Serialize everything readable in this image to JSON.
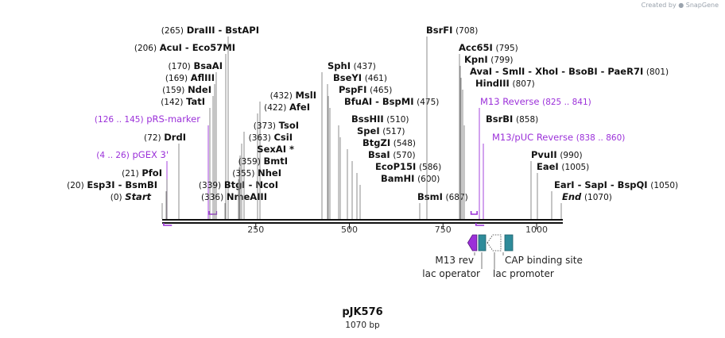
{
  "credit": {
    "prefix": "Created by",
    "brand": "SnapGene"
  },
  "plasmid": {
    "name": "pJK576",
    "length_label": "1070 bp",
    "length": 1070
  },
  "colors": {
    "enzyme_text": "#111111",
    "feature_text": "#9b30d9",
    "line": "#7f7f7f",
    "primer": "#9b30d9",
    "box": "#2e8b9a",
    "arrow_m13": "#9b30d9"
  },
  "ruler": {
    "ticks": [
      {
        "bp": 250,
        "label": "250"
      },
      {
        "bp": 500,
        "label": "500"
      },
      {
        "bp": 750,
        "label": "750"
      },
      {
        "bp": 1000,
        "label": "1000"
      }
    ]
  },
  "labels": [
    {
      "side": "left",
      "bp": 265,
      "pos": "(265)",
      "text": "DraIII  - BstAPI",
      "kind": "enzyme"
    },
    {
      "side": "left",
      "bp": 206,
      "pos": "(206)",
      "text": "AcuI  - Eco57MI",
      "kind": "enzyme"
    },
    {
      "side": "left",
      "bp": 170,
      "pos": "(170)",
      "text": "BsaAI",
      "kind": "enzyme"
    },
    {
      "side": "left",
      "bp": 169,
      "pos": "(169)",
      "text": "AflIII",
      "kind": "enzyme"
    },
    {
      "side": "left",
      "bp": 159,
      "pos": "(159)",
      "text": "NdeI",
      "kind": "enzyme"
    },
    {
      "side": "left",
      "bp": 142,
      "pos": "(142)",
      "text": "TatI",
      "kind": "enzyme"
    },
    {
      "side": "left",
      "bp": 135,
      "pos": "(126 .. 145)",
      "text": "pRS-marker",
      "kind": "feature"
    },
    {
      "side": "left",
      "bp": 72,
      "pos": "(72)",
      "text": "DrdI",
      "kind": "enzyme"
    },
    {
      "side": "left",
      "bp": 15,
      "pos": "(4 .. 26)",
      "text": "pGEX 3'",
      "kind": "feature"
    },
    {
      "side": "left",
      "bp": 21,
      "pos": "(21)",
      "text": "PfoI",
      "kind": "enzyme"
    },
    {
      "side": "left",
      "bp": 20,
      "pos": "(20)",
      "text": "Esp3I  - BsmBI",
      "kind": "enzyme"
    },
    {
      "side": "left",
      "bp": 0,
      "pos": "(0)",
      "text": "Start",
      "kind": "italic"
    },
    {
      "side": "left",
      "bp": 339,
      "pos": "(339)",
      "text": "BtgI  - NcoI",
      "kind": "enzyme"
    },
    {
      "side": "left",
      "bp": 336,
      "pos": "(336)",
      "text": "NmeAIII",
      "kind": "enzyme"
    },
    {
      "side": "left",
      "bp": 432,
      "pos": "(432)",
      "text": "MslI",
      "kind": "enzyme"
    },
    {
      "side": "left",
      "bp": 422,
      "pos": "(422)",
      "text": "AfeI",
      "kind": "enzyme"
    },
    {
      "side": "left",
      "bp": 373,
      "pos": "(373)",
      "text": "TsoI",
      "kind": "enzyme"
    },
    {
      "side": "left",
      "bp": 363,
      "pos": "(363)",
      "text": "CsiI",
      "kind": "enzyme"
    },
    {
      "side": "left",
      "bp": 360,
      "pos": "",
      "text": "SexAI *",
      "kind": "enzyme"
    },
    {
      "side": "left",
      "bp": 359,
      "pos": "(359)",
      "text": "BmtI",
      "kind": "enzyme"
    },
    {
      "side": "left",
      "bp": 355,
      "pos": "(355)",
      "text": "NheI",
      "kind": "enzyme"
    },
    {
      "side": "right",
      "bp": 437,
      "pos": "(437)",
      "text": "SphI",
      "kind": "enzyme"
    },
    {
      "side": "right",
      "bp": 461,
      "pos": "(461)",
      "text": "BseYI",
      "kind": "enzyme"
    },
    {
      "side": "right",
      "bp": 465,
      "pos": "(465)",
      "text": "PspFI",
      "kind": "enzyme"
    },
    {
      "side": "right",
      "bp": 475,
      "pos": "(475)",
      "text": "BfuAI  - BspMI",
      "kind": "enzyme"
    },
    {
      "side": "right",
      "bp": 510,
      "pos": "(510)",
      "text": "BssHII",
      "kind": "enzyme"
    },
    {
      "side": "right",
      "bp": 517,
      "pos": "(517)",
      "text": "SpeI",
      "kind": "enzyme"
    },
    {
      "side": "right",
      "bp": 548,
      "pos": "(548)",
      "text": "BtgZI",
      "kind": "enzyme"
    },
    {
      "side": "right",
      "bp": 570,
      "pos": "(570)",
      "text": "BsaI",
      "kind": "enzyme"
    },
    {
      "side": "right",
      "bp": 586,
      "pos": "(586)",
      "text": "EcoP15I",
      "kind": "enzyme"
    },
    {
      "side": "right",
      "bp": 600,
      "pos": "(600)",
      "text": "BamHI",
      "kind": "enzyme"
    },
    {
      "side": "right",
      "bp": 687,
      "pos": "(687)",
      "text": "BsmI",
      "kind": "enzyme"
    },
    {
      "side": "right",
      "bp": 708,
      "pos": "(708)",
      "text": "BsrFI",
      "kind": "enzyme"
    },
    {
      "side": "right",
      "bp": 795,
      "pos": "(795)",
      "text": "Acc65I",
      "kind": "enzyme"
    },
    {
      "side": "right",
      "bp": 799,
      "pos": "(799)",
      "text": "KpnI",
      "kind": "enzyme"
    },
    {
      "side": "right",
      "bp": 801,
      "pos": "(801)",
      "text": "AvaI  - SmlI  - XhoI  - BsoBI  - PaeR7I",
      "kind": "enzyme"
    },
    {
      "side": "right",
      "bp": 807,
      "pos": "(807)",
      "text": "HindIII",
      "kind": "enzyme"
    },
    {
      "side": "right",
      "bp": 833,
      "pos": "(825 .. 841)",
      "text": "M13 Reverse",
      "kind": "feature"
    },
    {
      "side": "right",
      "bp": 858,
      "pos": "(858)",
      "text": "BsrBI",
      "kind": "enzyme"
    },
    {
      "side": "right",
      "bp": 849,
      "pos": "(838 .. 860)",
      "text": "M13/pUC Reverse",
      "kind": "feature"
    },
    {
      "side": "right",
      "bp": 990,
      "pos": "(990)",
      "text": "PvuII",
      "kind": "enzyme"
    },
    {
      "side": "right",
      "bp": 1005,
      "pos": "(1005)",
      "text": "EaeI",
      "kind": "enzyme"
    },
    {
      "side": "right",
      "bp": 1050,
      "pos": "(1050)",
      "text": "EarI  - SapI  - BspQI",
      "kind": "enzyme"
    },
    {
      "side": "right",
      "bp": 1070,
      "pos": "(1070)",
      "text": "End",
      "kind": "italic"
    }
  ],
  "features_below": [
    {
      "name": "M13 rev",
      "start": 833,
      "end": 851,
      "kind": "arrow-left"
    },
    {
      "name": "lac operator",
      "start": 858,
      "end": 875,
      "kind": "box"
    },
    {
      "name": "lac promoter",
      "start": 882,
      "end": 912,
      "kind": "arrow-left-open"
    },
    {
      "name": "CAP binding site",
      "start": 927,
      "end": 948,
      "kind": "box"
    }
  ],
  "primers": [
    {
      "name": "pGEX 3'",
      "start": 4,
      "end": 26
    },
    {
      "name": "pRS-marker",
      "start": 126,
      "end": 145
    },
    {
      "name": "M13 Reverse",
      "start": 825,
      "end": 841
    },
    {
      "name": "M13/pUC Reverse",
      "start": 838,
      "end": 860
    }
  ]
}
